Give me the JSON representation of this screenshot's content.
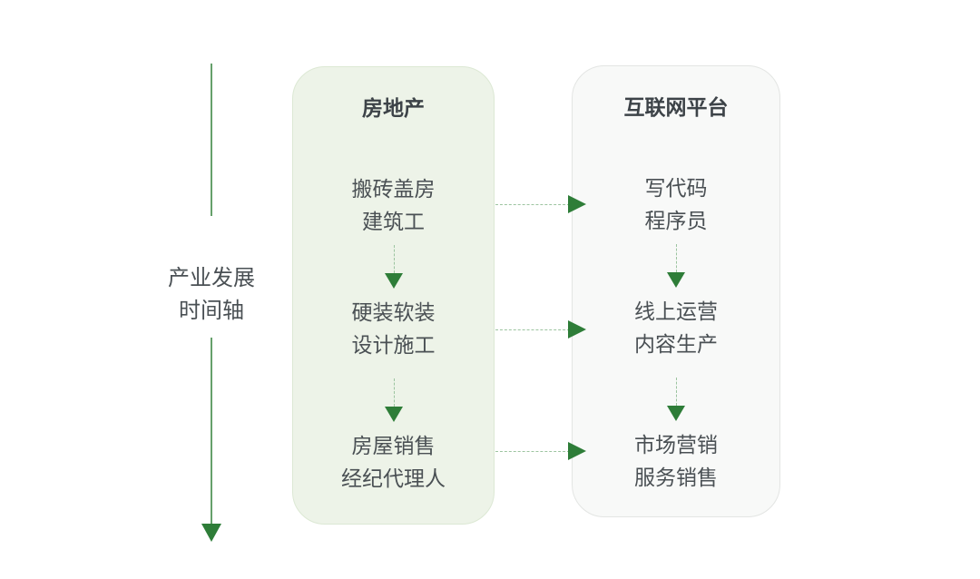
{
  "timeline": {
    "label": [
      "产业发展",
      "时间轴"
    ]
  },
  "cards": [
    {
      "id": "real-estate",
      "title": "房地产",
      "items": [
        [
          "搬砖盖房",
          "建筑工"
        ],
        [
          "硬装软装",
          "设计施工"
        ],
        [
          "房屋销售",
          "经纪代理人"
        ]
      ]
    },
    {
      "id": "internet-platform",
      "title": "互联网平台",
      "items": [
        [
          "写代码",
          "程序员"
        ],
        [
          "线上运营",
          "内容生产"
        ],
        [
          "市场营销",
          "服务销售"
        ]
      ]
    }
  ],
  "colors": {
    "arrow_head_green": "#2e7d38",
    "timeline_line_green": "#66a06b",
    "dashed_line_green": "#9cc4a0",
    "left_card_bg": "#edf3e8",
    "left_card_border": "#dce8d4",
    "right_card_bg": "#f8f9f8",
    "right_card_border": "#e3e5e3",
    "title_text": "#3d4348",
    "body_text": "#4a5054"
  }
}
